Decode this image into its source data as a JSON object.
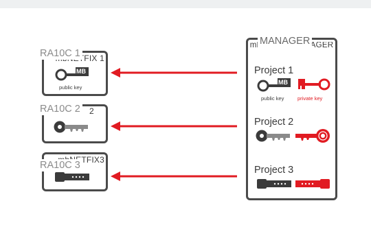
{
  "colors": {
    "accent": "#e11b22",
    "key_dark": "#3b3b3b",
    "key_gray": "#6b6b6b",
    "box_border": "#4a4a4a",
    "tag_text": "#8b8b8b"
  },
  "clients": [
    {
      "tag": "RA10C 1",
      "ghost_text": "mbNETFIX 1",
      "key_icon": "mb-public-key-icon",
      "key_caption": "public key"
    },
    {
      "tag": "RA10C 2",
      "ghost_text": "2",
      "key_icon": "gray-key-icon"
    },
    {
      "tag": "RA10C 3",
      "ghost_text": "mbNETFIX3",
      "key_icon": "dark-flat-key-icon"
    }
  ],
  "manager": {
    "tag": "MANAGER",
    "ghost_text": "mbNETFIX MANAGER",
    "projects": [
      {
        "label": "Project 1",
        "public_icon": "mb-public-key-icon",
        "private_icon": "red-private-key-icon",
        "public_caption": "public key",
        "private_caption": "private key"
      },
      {
        "label": "Project 2",
        "public_icon": "gray-key-icon",
        "private_icon": "red-round-key-icon"
      },
      {
        "label": "Project 3",
        "public_icon": "dark-flat-key-icon",
        "private_icon": "red-flat-key-icon"
      }
    ]
  },
  "arrows": [
    {
      "from": "Project 1",
      "to": "RA10C 1",
      "color": "#e11b22"
    },
    {
      "from": "Project 2",
      "to": "RA10C 2",
      "color": "#e11b22"
    },
    {
      "from": "Project 3",
      "to": "RA10C 3",
      "color": "#e11b22"
    }
  ]
}
